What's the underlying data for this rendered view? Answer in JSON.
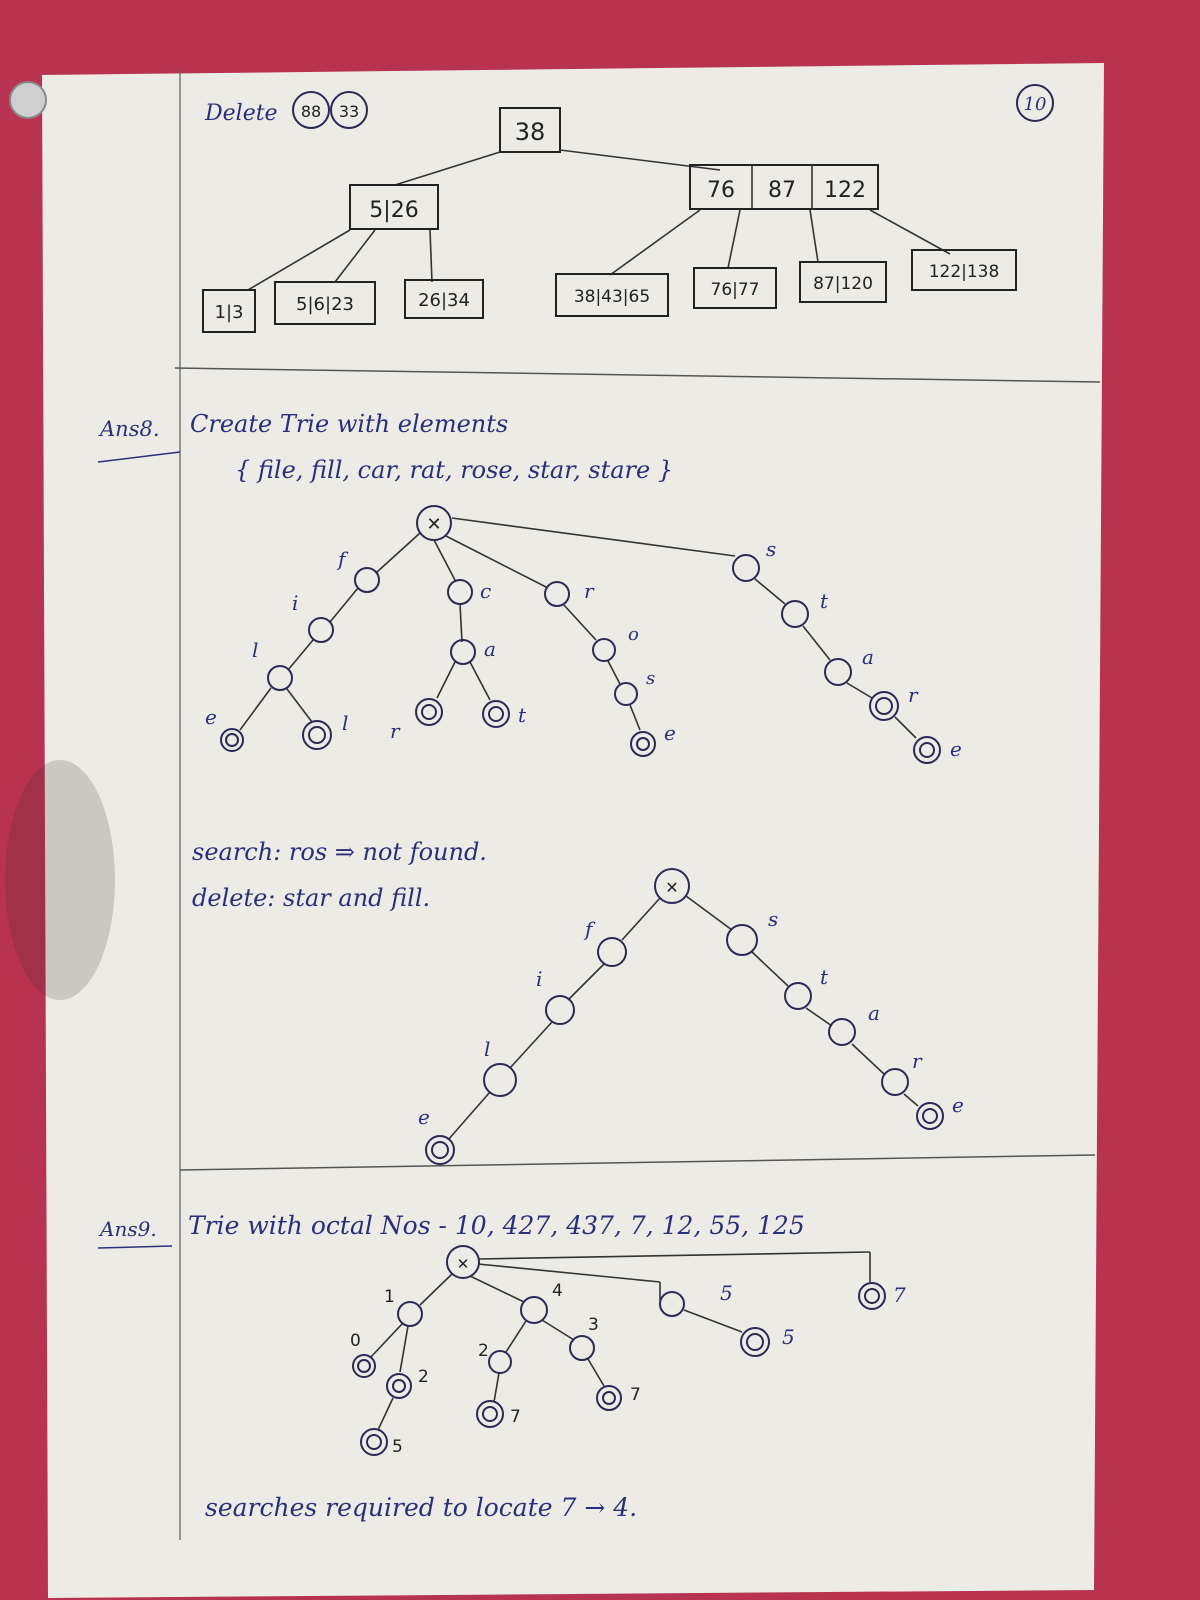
{
  "page_number": "10",
  "btree": {
    "heading": "Delete",
    "deleted": [
      "88",
      "33"
    ],
    "root": "38",
    "left_internal": "5|26",
    "right_internal": [
      "76",
      "87",
      "122"
    ],
    "leaves_left": [
      "1|3",
      "5|6|23",
      "26|34"
    ],
    "leaves_right": [
      "38|43|65",
      "76|77",
      "87|120",
      "122|138"
    ]
  },
  "q8": {
    "label": "Ans8.",
    "title": "Create Trie with elements",
    "elements": "{ file, fill, car, rat, rose, star, stare }",
    "search_line": "search: ros ⇒ not found.",
    "delete_line": "delete: star and fill."
  },
  "q9": {
    "label": "Ans9.",
    "title": "Trie with octal Nos - 10, 427, 437, 7, 12, 55, 125",
    "conclusion": "searches required to locate 7 → 4."
  }
}
